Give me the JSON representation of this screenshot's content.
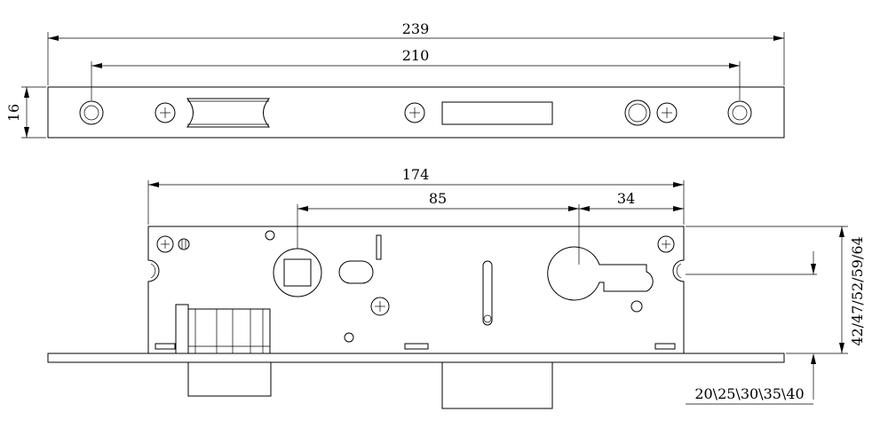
{
  "dimensions": {
    "faceplate_length": "239",
    "hole_spacing": "210",
    "faceplate_width": "16",
    "case_length": "174",
    "handle_to_cylinder": "85",
    "cylinder_offset": "34",
    "backset_options": "42/47/52/59/64",
    "faceplate_thickness_options": "20\\25\\30\\35\\40"
  }
}
